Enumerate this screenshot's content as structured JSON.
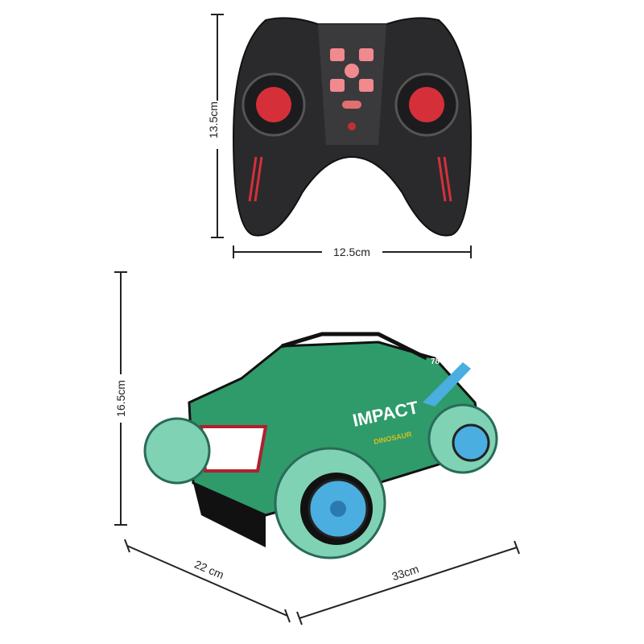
{
  "dimensions": {
    "controller_height": "13.5cm",
    "controller_width": "12.5cm",
    "car_height": "16.5cm",
    "car_width": "22 cm",
    "car_length": "33cm"
  },
  "product": {
    "decal_text": "IMPACT",
    "decal_subtext": "DINOSAUR",
    "number": "78",
    "colors": {
      "body": "#2f9a6a",
      "wheel_rollers": "#7fd3b4",
      "hubs": "#4aaee0",
      "controller": "#2a2a2c",
      "controller_accent": "#e0303a"
    }
  }
}
